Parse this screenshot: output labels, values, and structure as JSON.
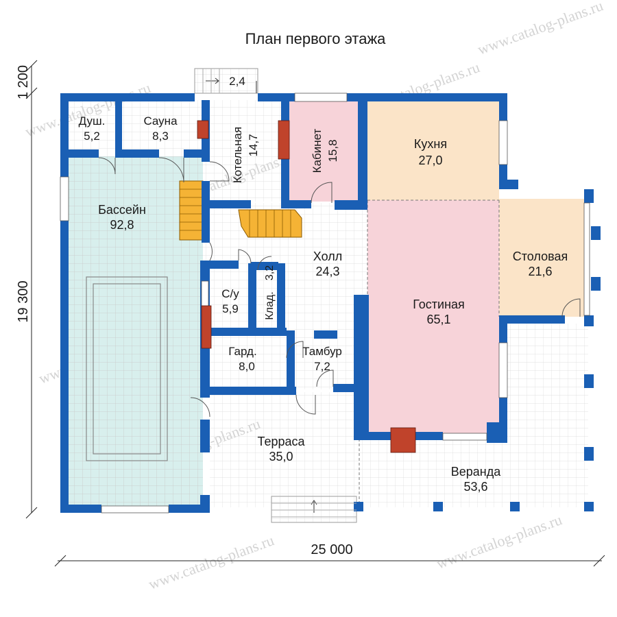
{
  "title": "План первого этажа",
  "watermark": "www.catalog-plans.ru",
  "dimensions": {
    "width": "25 000",
    "height": "19 300",
    "top": "1 200"
  },
  "rooms": [
    {
      "id": "dush",
      "name": "Душ.",
      "area": "5,2"
    },
    {
      "id": "sauna",
      "name": "Сауна",
      "area": "8,3"
    },
    {
      "id": "basseyn",
      "name": "Бассейн",
      "area": "92,8"
    },
    {
      "id": "kotelnaya",
      "name": "Котельная",
      "area": "14,7"
    },
    {
      "id": "kabinet",
      "name": "Кабинет",
      "area": "15,8"
    },
    {
      "id": "kuhnya",
      "name": "Кухня",
      "area": "27,0"
    },
    {
      "id": "stolovaya",
      "name": "Столовая",
      "area": "21,6"
    },
    {
      "id": "holl",
      "name": "Холл",
      "area": "24,3"
    },
    {
      "id": "gostinaya",
      "name": "Гостиная",
      "area": "65,1"
    },
    {
      "id": "su",
      "name": "С/у",
      "area": "5,9"
    },
    {
      "id": "klad",
      "name": "Клад.",
      "area": "3,2"
    },
    {
      "id": "gard",
      "name": "Гард.",
      "area": "8,0"
    },
    {
      "id": "tambur",
      "name": "Тамбур",
      "area": "7,2"
    },
    {
      "id": "terrasa",
      "name": "Терраса",
      "area": "35,0"
    },
    {
      "id": "veranda",
      "name": "Веранда",
      "area": "53,6"
    }
  ],
  "porch_area": "2,4",
  "colors": {
    "wall": "#1a5fb4",
    "grid_line": "#c8c8c8",
    "pool_fill": "#d8efed",
    "kitchen_fill": "#fbe4c8",
    "living_fill": "#f7d3d9",
    "stair_fill": "#f5b335",
    "fireplace_fill": "#c0432b"
  }
}
